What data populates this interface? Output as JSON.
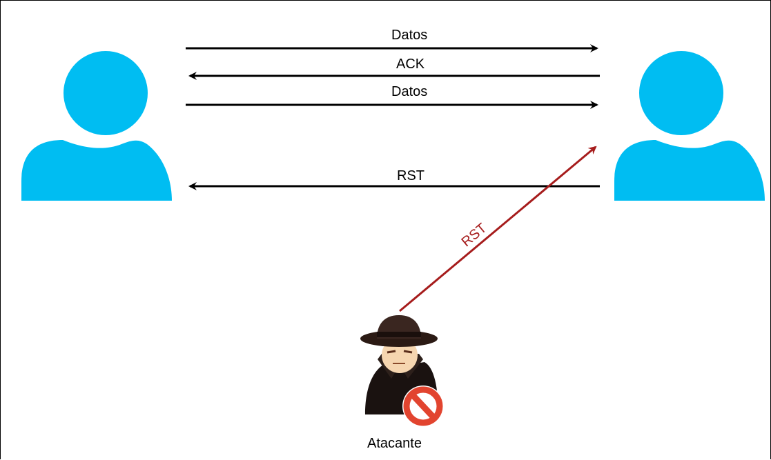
{
  "messages": [
    {
      "label": "Datos",
      "direction": "right"
    },
    {
      "label": "ACK",
      "direction": "left"
    },
    {
      "label": "Datos",
      "direction": "right"
    },
    {
      "label": "RST",
      "direction": "left"
    }
  ],
  "attack": {
    "label": "RST",
    "color": "#a61c1c"
  },
  "attacker": {
    "label": "Atacante",
    "icon": "spy-icon",
    "badge": "prohibited-icon"
  },
  "colors": {
    "user": "#00bdf2",
    "arrow": "#000000",
    "attack_arrow": "#a61c1c",
    "badge": "#e2442f"
  }
}
